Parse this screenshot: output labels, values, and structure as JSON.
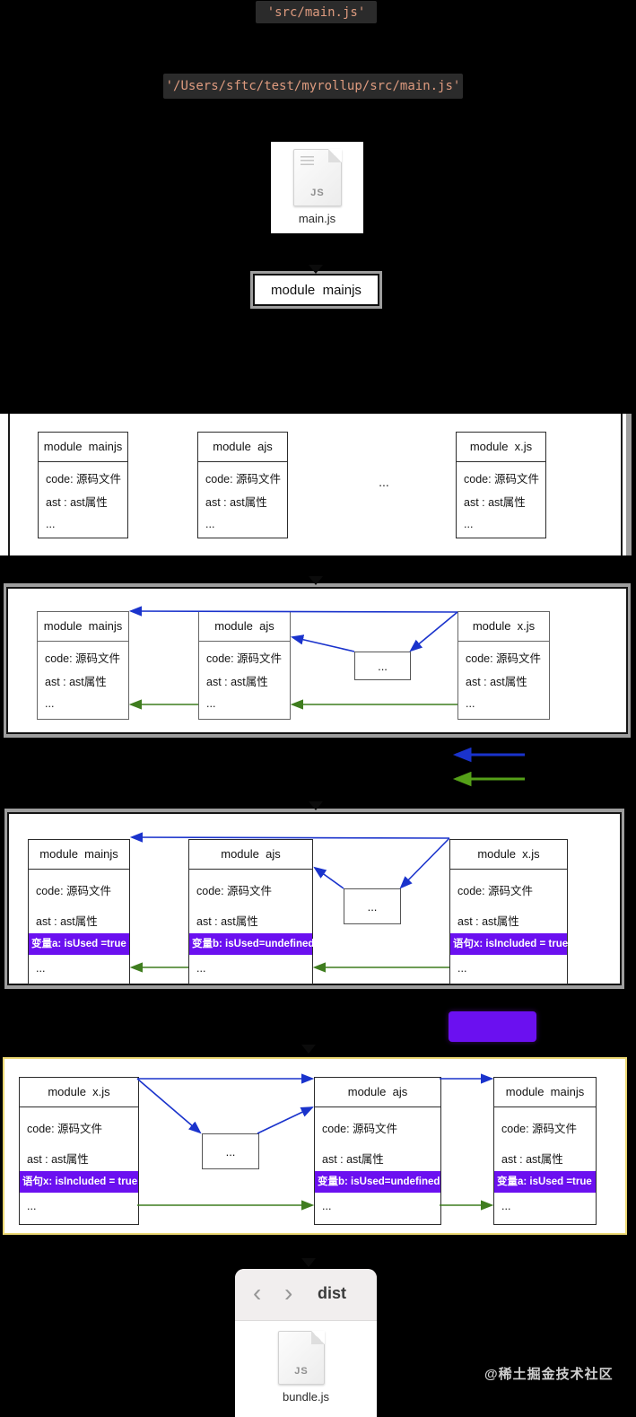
{
  "colors": {
    "background": "#000000",
    "chip_bg": "#2b2b2b",
    "chip_text": "#de9b7f",
    "arrow_blue": "#1a33cc",
    "arrow_green": "#3f7d1f",
    "legend_green": "#55a018",
    "highlight_purple": "#6b10f0",
    "row4_border_yellow": "#ecd873"
  },
  "chips": {
    "entry": "'src/main.js'",
    "resolved_path": "'/Users/sftc/test/myrollup/src/main.js'"
  },
  "entry_card": {
    "filename": "main.js",
    "file_badge": "JS"
  },
  "single_module": {
    "title": "module  mainjs"
  },
  "row1": {
    "gap_ellipsis": "...",
    "boxes": [
      {
        "title": "module  mainjs",
        "code": "code: 源码文件",
        "ast": "ast : ast属性",
        "more": "..."
      },
      {
        "title": "module  ajs",
        "code": "code: 源码文件",
        "ast": "ast : ast属性",
        "more": "..."
      },
      {
        "title": "module  x.js",
        "code": "code: 源码文件",
        "ast": "ast : ast属性",
        "more": "..."
      }
    ]
  },
  "row2": {
    "ellipsis_box": "...",
    "boxes": [
      {
        "title": "module  mainjs",
        "code": "code: 源码文件",
        "ast": "ast : ast属性",
        "more": "..."
      },
      {
        "title": "module  ajs",
        "code": "code: 源码文件",
        "ast": "ast : ast属性",
        "more": "..."
      },
      {
        "title": "module  x.js",
        "code": "code: 源码文件",
        "ast": "ast : ast属性",
        "more": "..."
      }
    ]
  },
  "row3": {
    "ellipsis_box": "...",
    "boxes": [
      {
        "title": "module  mainjs",
        "code": "code: 源码文件",
        "ast": "ast : ast属性",
        "highlight": "变量a: isUsed =true",
        "more": "..."
      },
      {
        "title": "module  ajs",
        "code": "code: 源码文件",
        "ast": "ast : ast属性",
        "highlight": "变量b: isUsed=undefined",
        "more": "..."
      },
      {
        "title": "module  x.js",
        "code": "code: 源码文件",
        "ast": "ast : ast属性",
        "highlight": "语句x: isIncluded = true",
        "more": "..."
      }
    ]
  },
  "row4": {
    "ellipsis_box": "...",
    "boxes": [
      {
        "title": "module  x.js",
        "code": "code: 源码文件",
        "ast": "ast : ast属性",
        "highlight": "语句x: isIncluded = true",
        "more": "..."
      },
      {
        "title": "module  ajs",
        "code": "code: 源码文件",
        "ast": "ast : ast属性",
        "highlight": "变量b: isUsed=undefined",
        "more": "..."
      },
      {
        "title": "module  mainjs",
        "code": "code: 源码文件",
        "ast": "ast : ast属性",
        "highlight": "变量a: isUsed =true",
        "more": "..."
      }
    ]
  },
  "finder": {
    "back_icon": "‹",
    "forward_icon": "›",
    "title": "dist",
    "file_label": "bundle.js",
    "file_badge": "JS"
  },
  "watermark": "@稀土掘金技术社区"
}
